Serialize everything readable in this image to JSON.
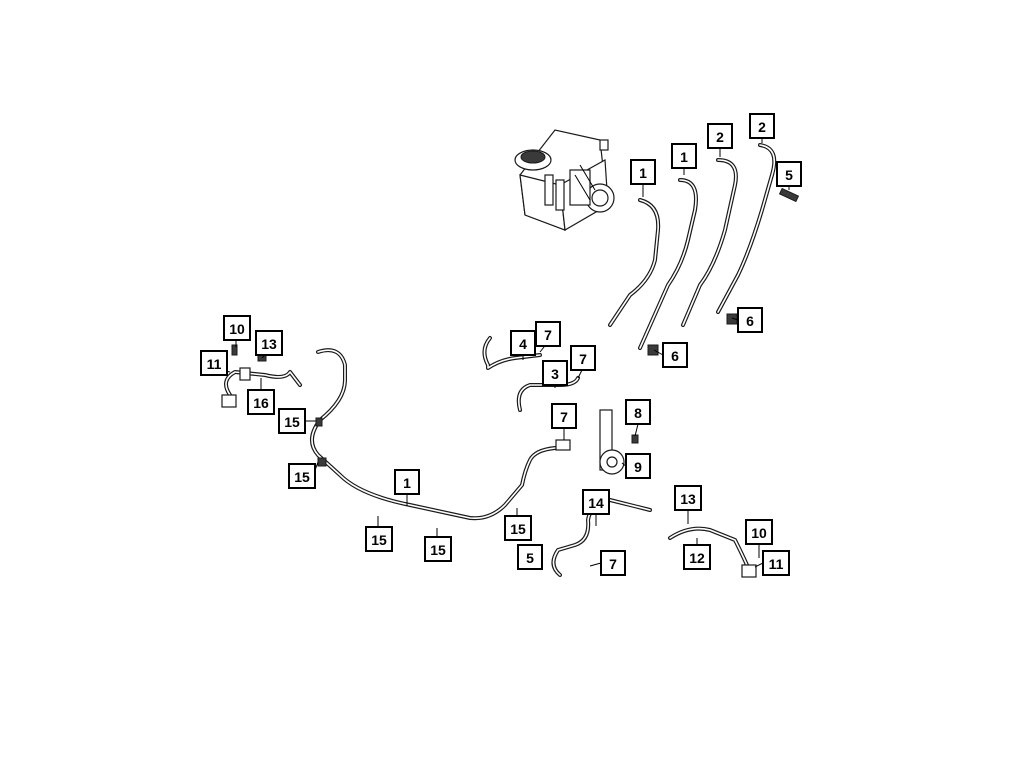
{
  "colors": {
    "background": "#ffffff",
    "line": "#000000",
    "callout_fill": "#ffffff"
  },
  "callouts": [
    {
      "id": "c1a",
      "label": "1"
    },
    {
      "id": "c1b",
      "label": "1"
    },
    {
      "id": "c2a",
      "label": "2"
    },
    {
      "id": "c2b",
      "label": "2"
    },
    {
      "id": "c5a",
      "label": "5"
    },
    {
      "id": "c6a",
      "label": "6"
    },
    {
      "id": "c6b",
      "label": "6"
    },
    {
      "id": "c4",
      "label": "4"
    },
    {
      "id": "c7a",
      "label": "7"
    },
    {
      "id": "c7b",
      "label": "7"
    },
    {
      "id": "c3",
      "label": "3"
    },
    {
      "id": "c10a",
      "label": "10"
    },
    {
      "id": "c13a",
      "label": "13"
    },
    {
      "id": "c11a",
      "label": "11"
    },
    {
      "id": "c16",
      "label": "16"
    },
    {
      "id": "c15a",
      "label": "15"
    },
    {
      "id": "c15b",
      "label": "15"
    },
    {
      "id": "c7c",
      "label": "7"
    },
    {
      "id": "c8",
      "label": "8"
    },
    {
      "id": "c9",
      "label": "9"
    },
    {
      "id": "c1c",
      "label": "1"
    },
    {
      "id": "c14",
      "label": "14"
    },
    {
      "id": "c15c",
      "label": "15"
    },
    {
      "id": "c15d",
      "label": "15"
    },
    {
      "id": "c15e",
      "label": "15"
    },
    {
      "id": "c5b",
      "label": "5"
    },
    {
      "id": "c7d",
      "label": "7"
    },
    {
      "id": "c13b",
      "label": "13"
    },
    {
      "id": "c10b",
      "label": "10"
    },
    {
      "id": "c12",
      "label": "12"
    },
    {
      "id": "c11b",
      "label": "11"
    }
  ]
}
